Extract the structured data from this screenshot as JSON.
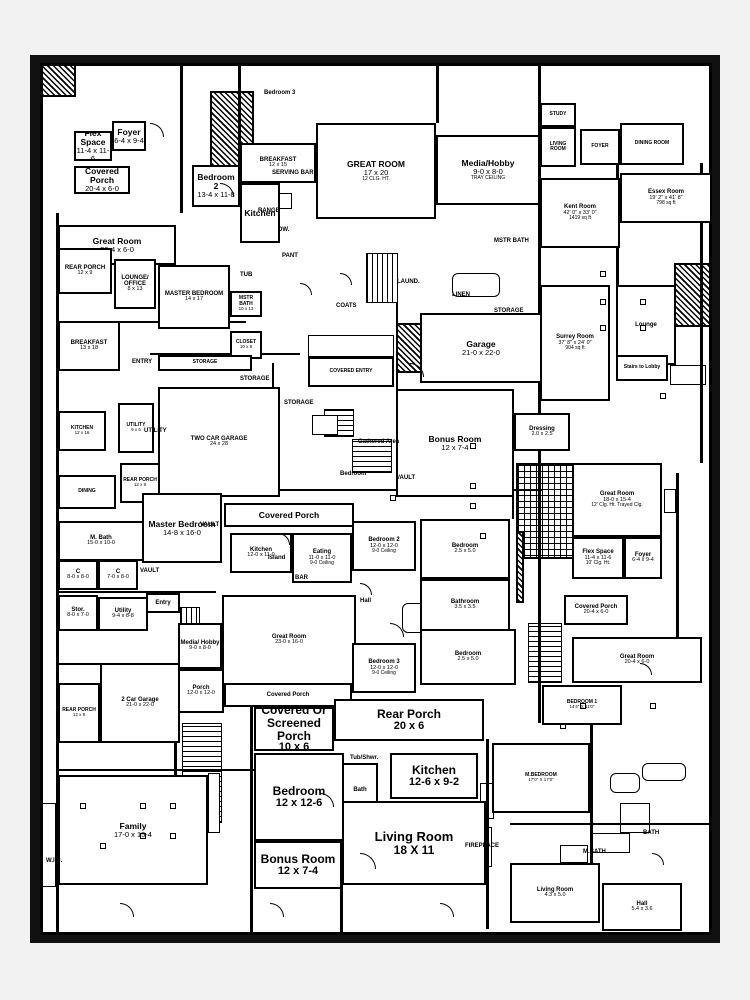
{
  "rooms": [
    {
      "id": "flex-space-a",
      "name": "Flex Space",
      "dims": "11-4 x 11-6",
      "note": "",
      "tier": "t2"
    },
    {
      "id": "foyer-a",
      "name": "Foyer",
      "dims": "6-4 x 9-4",
      "note": "",
      "tier": "t2"
    },
    {
      "id": "covered-porch-a",
      "name": "Covered Porch",
      "dims": "20-4 x 6-0",
      "note": "",
      "tier": "t2"
    },
    {
      "id": "bedroom2-a",
      "name": "Bedroom 2",
      "dims": "13-4 x 11-8",
      "note": "",
      "tier": "t2"
    },
    {
      "id": "breakfast-a",
      "name": "BREAKFAST",
      "dims": "12 x 15",
      "note": "",
      "tier": "t3"
    },
    {
      "id": "great-room-a",
      "name": "GREAT ROOM",
      "dims": "17 x 20",
      "note": "12 CLG. HT.",
      "tier": "t2"
    },
    {
      "id": "media-hobby-a",
      "name": "Media/Hobby",
      "dims": "9-0 x 8-0",
      "note": "TRAY CEILING",
      "tier": "t2"
    },
    {
      "id": "kitchen-a",
      "name": "Kitchen",
      "dims": "",
      "note": "",
      "tier": "t2"
    },
    {
      "id": "great-room-b",
      "name": "Great Room",
      "dims": "20-4 x 6-0",
      "note": "",
      "tier": "t2"
    },
    {
      "id": "study",
      "name": "STUDY",
      "dims": "",
      "note": "",
      "tier": "t4"
    },
    {
      "id": "living-room-a",
      "name": "LIVING ROOM",
      "dims": "",
      "note": "",
      "tier": "t4"
    },
    {
      "id": "foyer-b",
      "name": "FOYER",
      "dims": "",
      "note": "",
      "tier": "t4"
    },
    {
      "id": "dining-room-a",
      "name": "DINING ROOM",
      "dims": "",
      "note": "",
      "tier": "t4"
    },
    {
      "id": "essex-room",
      "name": "Essex Room",
      "dims": "19' 2\" x 41' 8\"",
      "note": "798 sq ft",
      "tier": "t3"
    },
    {
      "id": "kent-room",
      "name": "Kent Room",
      "dims": "42' 0\" x 33' 0\"",
      "note": "1419 sq ft",
      "tier": "t3"
    },
    {
      "id": "surrey-room",
      "name": "Surrey Room",
      "dims": "37' 8\" x 24' 0\"",
      "note": "904 sq ft",
      "tier": "t3"
    },
    {
      "id": "lounge-a",
      "name": "Lounge",
      "dims": "",
      "note": "",
      "tier": "t3"
    },
    {
      "id": "stairs-lobby",
      "name": "Stairs to Lobby",
      "dims": "",
      "note": "",
      "tier": "t4"
    },
    {
      "id": "rear-porch-a",
      "name": "REAR PORCH",
      "dims": "12 x 9",
      "note": "",
      "tier": "t3"
    },
    {
      "id": "lounge-office",
      "name": "LOUNGE/ OFFICE",
      "dims": "8 x 13",
      "note": "",
      "tier": "t3"
    },
    {
      "id": "master-bedroom-a",
      "name": "MASTER BEDROOM",
      "dims": "14 x 17",
      "note": "",
      "tier": "t3"
    },
    {
      "id": "mstr-bath-a",
      "name": "MSTR BATH",
      "dims": "10 x 13",
      "note": "",
      "tier": "t4"
    },
    {
      "id": "closet-a",
      "name": "CLOSET",
      "dims": "10 x 8",
      "note": "",
      "tier": "t4"
    },
    {
      "id": "breakfast-b",
      "name": "BREAKFAST",
      "dims": "13 x 18",
      "note": "",
      "tier": "t3"
    },
    {
      "id": "kitchen-b",
      "name": "KITCHEN",
      "dims": "12 x 16",
      "note": "",
      "tier": "t4"
    },
    {
      "id": "utility-a",
      "name": "UTILITY",
      "dims": "9 x 6",
      "note": "",
      "tier": "t4"
    },
    {
      "id": "two-car-garage",
      "name": "TWO CAR GARAGE",
      "dims": "24 x 28",
      "note": "",
      "tier": "t3"
    },
    {
      "id": "rear-porch-b",
      "name": "REAR PORCH",
      "dims": "12 x 9",
      "note": "",
      "tier": "t4"
    },
    {
      "id": "dining-a",
      "name": "DINING",
      "dims": "",
      "note": "",
      "tier": "t4"
    },
    {
      "id": "storage-a",
      "name": "STORAGE",
      "dims": "",
      "note": "",
      "tier": "t4"
    },
    {
      "id": "covered-entry",
      "name": "COVERED ENTRY",
      "dims": "",
      "note": "",
      "tier": "t4"
    },
    {
      "id": "garage-a",
      "name": "Garage",
      "dims": "21-0 x 22-0",
      "note": "",
      "tier": "t2"
    },
    {
      "id": "bonus-room-a",
      "name": "Bonus Room",
      "dims": "12 x 7-4",
      "note": "",
      "tier": "t2"
    },
    {
      "id": "dressing",
      "name": "Dressing",
      "dims": "2.0 x 2.5",
      "note": "",
      "tier": "t3"
    },
    {
      "id": "great-room-c",
      "name": "Great Room",
      "dims": "18-0 x 15-4",
      "note": "12' Clg. Ht. Trayed Clg.",
      "tier": "t3"
    },
    {
      "id": "flex-space-b",
      "name": "Flex Space",
      "dims": "11-4 x 11-6",
      "note": "10' Clg. Ht.",
      "tier": "t3"
    },
    {
      "id": "foyer-c",
      "name": "Foyer",
      "dims": "6-4 x 9-4",
      "note": "",
      "tier": "t3"
    },
    {
      "id": "covered-porch-b",
      "name": "Covered Porch",
      "dims": "20-4 x 6-0",
      "note": "",
      "tier": "t3"
    },
    {
      "id": "covered-porch-c",
      "name": "Covered Porch",
      "dims": "",
      "note": "",
      "tier": "t2"
    },
    {
      "id": "m-bath",
      "name": "M. Bath",
      "dims": "15-0 x 10-0",
      "note": "",
      "tier": "t3"
    },
    {
      "id": "master-bedroom-b",
      "name": "Master Bedroom",
      "dims": "14-8 x 16-0",
      "note": "",
      "tier": "t2"
    },
    {
      "id": "closet-c1",
      "name": "C",
      "dims": "8-0 x 8-0",
      "note": "",
      "tier": "t3"
    },
    {
      "id": "closet-c2",
      "name": "C",
      "dims": "7-0 x 8-0",
      "note": "",
      "tier": "t3"
    },
    {
      "id": "kitchen-c",
      "name": "Kitchen",
      "dims": "12-0 x 11-0",
      "note": "",
      "tier": "t3"
    },
    {
      "id": "eating",
      "name": "Eating",
      "dims": "11-0 x 11-0",
      "note": "9-0 Ceiling",
      "tier": "t3"
    },
    {
      "id": "bedroom2-b",
      "name": "Bedroom 2",
      "dims": "12-0 x 12-0",
      "note": "9-0 Ceiling",
      "tier": "t3"
    },
    {
      "id": "bedroom-small",
      "name": "Bedroom",
      "dims": "2.5 x 5.0",
      "note": "",
      "tier": "t3"
    },
    {
      "id": "bathroom-a",
      "name": "Bathroom",
      "dims": "3.5 x 3.5",
      "note": "",
      "tier": "t3"
    },
    {
      "id": "stor",
      "name": "Stor.",
      "dims": "8-0 x 7-0",
      "note": "",
      "tier": "t3"
    },
    {
      "id": "utility-b",
      "name": "Utility",
      "dims": "9-4 x 8-8",
      "note": "",
      "tier": "t3"
    },
    {
      "id": "entry",
      "name": "Entry",
      "dims": "",
      "note": "",
      "tier": "t3"
    },
    {
      "id": "media-hobby-b",
      "name": "Media/ Hobby",
      "dims": "9-0 x 8-0",
      "note": "",
      "tier": "t3"
    },
    {
      "id": "great-room-d",
      "name": "Great Room",
      "dims": "23-0 x 16-0",
      "note": "",
      "tier": "t3"
    },
    {
      "id": "bedroom3",
      "name": "Bedroom 3",
      "dims": "12-0 x 12-0",
      "note": "9-0 Ceiling",
      "tier": "t3"
    },
    {
      "id": "bedroom-b",
      "name": "Bedroom",
      "dims": "2.5 x 5.0",
      "note": "",
      "tier": "t3"
    },
    {
      "id": "great-room-e",
      "name": "Great Room",
      "dims": "20-4 x 6-0",
      "note": "",
      "tier": "t3"
    },
    {
      "id": "bedroom1-e",
      "name": "BEDROOM 1",
      "dims": "14'4\" X 11'0\"",
      "note": "",
      "tier": "t4"
    },
    {
      "id": "two-car-garage-b",
      "name": "2 Car Garage",
      "dims": "21-0 x 22-0",
      "note": "",
      "tier": "t3"
    },
    {
      "id": "rear-porch-c",
      "name": "REAR PORCH",
      "dims": "12 x 9",
      "note": "",
      "tier": "t4"
    },
    {
      "id": "porch-a",
      "name": "Porch",
      "dims": "12-0 x 12-0",
      "note": "",
      "tier": "t3"
    },
    {
      "id": "covered-porch-d",
      "name": "Covered Porch",
      "dims": "",
      "note": "",
      "tier": "t3"
    },
    {
      "id": "covered-screened",
      "name": "Covered Or Screened Porch",
      "dims": "10 x 6",
      "note": "",
      "tier": "t1"
    },
    {
      "id": "rear-porch-d",
      "name": "Rear Porch",
      "dims": "20 x 6",
      "note": "",
      "tier": "t1"
    },
    {
      "id": "bedroom-c",
      "name": "Bedroom",
      "dims": "12 x 12-6",
      "note": "",
      "tier": "t1"
    },
    {
      "id": "kitchen-d",
      "name": "Kitchen",
      "dims": "12-6 x 9-2",
      "note": "",
      "tier": "t1"
    },
    {
      "id": "bath-d",
      "name": "Bath",
      "dims": "",
      "note": "",
      "tier": "t3"
    },
    {
      "id": "family",
      "name": "Family",
      "dims": "17-0 x 15-4",
      "note": "",
      "tier": "t2"
    },
    {
      "id": "bonus-room-b",
      "name": "Bonus Room",
      "dims": "12 x 7-4",
      "note": "",
      "tier": "t1"
    },
    {
      "id": "living-room-b",
      "name": "Living Room",
      "dims": "18 X 11",
      "note": "",
      "tier": "big"
    },
    {
      "id": "m-bedroom",
      "name": "M.BEDROOM",
      "dims": "17'0\" X 17'0\"",
      "note": "",
      "tier": "t4"
    },
    {
      "id": "living-room-c",
      "name": "Living Room",
      "dims": "4.3 x 5.0",
      "note": "",
      "tier": "t3"
    },
    {
      "id": "hall-a",
      "name": "Hall",
      "dims": "5.4 x 3.6",
      "note": "",
      "tier": "t3"
    }
  ],
  "labels": {
    "bed3_top": "Bedroom 3",
    "gathered": "Gathered Area",
    "storage_b": "STORAGE",
    "storage_c": "STORAGE",
    "storage_d": "STORAGE",
    "laund": "LAUND.",
    "linen": "LINEN",
    "mstr_bath": "MSTR BATH",
    "coats": "COATS",
    "pant": "PANT",
    "tub": "TUB",
    "serving_bar": "SERVING BAR",
    "range": "RANGE",
    "dw": "DW.",
    "bedroom_mid": "Bedroom",
    "vault_a": "VAULT",
    "vault_b": "VAULT",
    "vault_c": "VAULT",
    "hall_b": "Hall",
    "island": "Island",
    "bar": "BAR",
    "w_i_c": "W.I.C.",
    "m_bath_b": "M.BATH",
    "bath_b": "BATH",
    "fireplace": "FIREPLACE",
    "tub_show": "Tub/Shwr.",
    "entry_b": "ENTRY",
    "utility_c": "UTILITY"
  }
}
